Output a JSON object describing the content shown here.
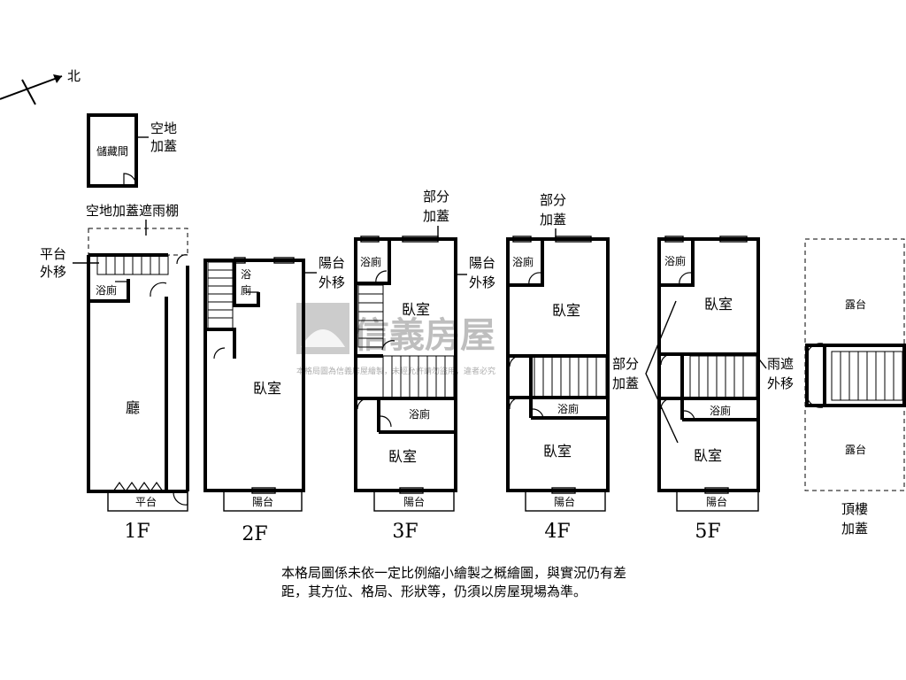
{
  "north": "北",
  "storage": {
    "room": "儲藏間",
    "note_line1": "空地",
    "note_line2": "加蓋"
  },
  "canopy_note": "空地加蓋遮雨棚",
  "platform_note": {
    "line1": "平台",
    "line2": "外移"
  },
  "balcony_note": {
    "line1": "陽台",
    "line2": "外移"
  },
  "partial_addition": {
    "line1": "部分",
    "line2": "加蓋"
  },
  "canopy_move_note": {
    "line1": "雨遮",
    "line2": "外移"
  },
  "rooms": {
    "bath": "浴廁",
    "bath_v1": "浴",
    "bath_v2": "廁",
    "hall": "廳",
    "bedroom": "臥室",
    "platform": "平台",
    "balcony": "陽台",
    "terrace": "露台"
  },
  "floors": [
    "1F",
    "2F",
    "3F",
    "4F",
    "5F"
  ],
  "rooftop": {
    "line1": "頂樓",
    "line2": "加蓋"
  },
  "watermark": {
    "brand": "信義房屋",
    "notice": "本格局圖為信義房屋繪製，未經允許請勿盜用，違者必究"
  },
  "disclaimer": "本格局圖係未依一定比例縮小繪製之概繪圖，與實況仍有差距，其方位、格局、形狀等，仍須以房屋現場為準。"
}
